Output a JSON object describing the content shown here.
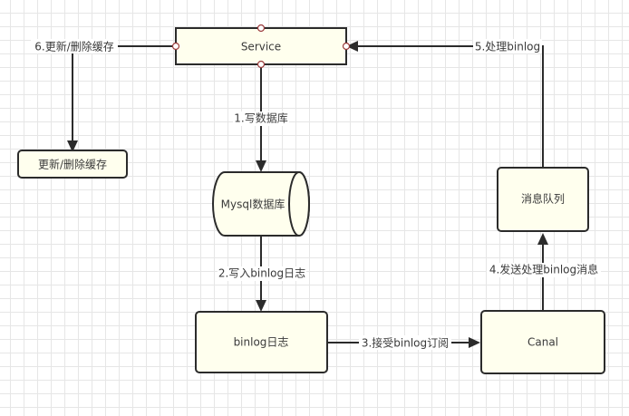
{
  "nodes": {
    "service": {
      "label": "Service"
    },
    "cache": {
      "label": "更新/删除缓存"
    },
    "mysql": {
      "label": "Mysql数据库"
    },
    "binlog": {
      "label": "binlog日志"
    },
    "canal": {
      "label": "Canal"
    },
    "mq": {
      "label": "消息队列"
    }
  },
  "edges": {
    "e1": {
      "label": "1.写数据库"
    },
    "e2": {
      "label": "2.写入binlog日志"
    },
    "e3": {
      "label": "3.接受binlog订阅"
    },
    "e4": {
      "label": "4.发送处理binlog消息"
    },
    "e5": {
      "label": "5.处理binlog"
    },
    "e6": {
      "label": "6.更新/删除缓存"
    }
  },
  "colors": {
    "node_fill": "#ffffee",
    "stroke": "#2b2b2b",
    "port": "#9b3b3b"
  }
}
